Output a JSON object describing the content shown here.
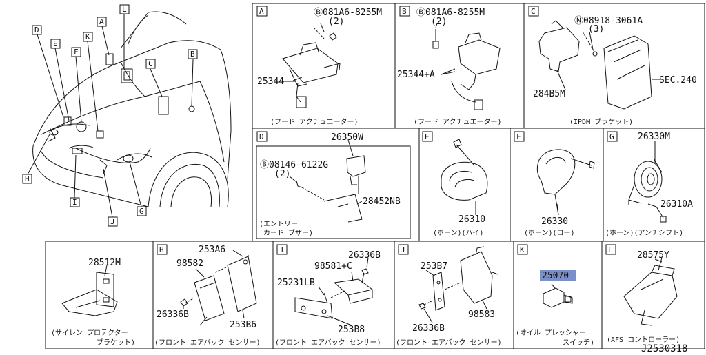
{
  "diagram_id": "J2530318",
  "overview": {
    "callouts": [
      "A",
      "B",
      "C",
      "D",
      "E",
      "F",
      "G",
      "H",
      "I",
      "J",
      "K",
      "L"
    ]
  },
  "panels": {
    "A": {
      "letter": "A",
      "bolt": "Ⓑ081A6-8255M",
      "bolt_qty": "(2)",
      "part": "25344",
      "caption": "(フード アクチュエーター)"
    },
    "B": {
      "letter": "B",
      "bolt": "Ⓑ081A6-8255M",
      "bolt_qty": "(2)",
      "part": "25344+A",
      "caption": "(フード アクチュエーター)"
    },
    "C": {
      "letter": "C",
      "nut": "Ⓝ08918-3061A",
      "nut_qty": "(3)",
      "part1": "284B5M",
      "part2": "SEC.240",
      "caption": "(IPDM ブラケット)"
    },
    "D": {
      "letter": "D",
      "part_top": "26350W",
      "bolt": "Ⓑ08146-6122G",
      "bolt_qty": "(2)",
      "part2": "28452NB",
      "caption1": "(エントリー",
      "caption2": "カード ブザー)"
    },
    "E": {
      "letter": "E",
      "part": "26310",
      "caption": "(ホーン)(ハイ)"
    },
    "F": {
      "letter": "F",
      "part": "26330",
      "caption": "(ホーン)(ロー)"
    },
    "G": {
      "letter": "G",
      "part1": "26330M",
      "part2": "26310A",
      "caption": "(ホーン)(アンチシフト)"
    },
    "P": {
      "part": "28512M",
      "caption1": "(サイレン プロテクター",
      "caption2": "ブラケット)"
    },
    "H": {
      "letter": "H",
      "p1": "253A6",
      "p2": "98582",
      "p3": "26336B",
      "p4": "253B6",
      "caption": "(フロント エアバック センサー)"
    },
    "I": {
      "letter": "I",
      "p1": "26336B",
      "p2": "98581+C",
      "p3": "25231LB",
      "p4": "253B8",
      "caption": "(フロント エアバック センサー)"
    },
    "J": {
      "letter": "J",
      "p1": "253B7",
      "p2": "26336B",
      "p3": "98583",
      "caption": "(フロント エアバック センサー)"
    },
    "K": {
      "letter": "K",
      "part": "25070",
      "caption1": "(オイル プレッシャー",
      "caption2": "スイッチ)"
    },
    "L": {
      "letter": "L",
      "part": "28575Y",
      "caption": "(AFS コントローラー)"
    }
  },
  "colors": {
    "highlight": "#7b8fc8",
    "line": "#111111"
  }
}
